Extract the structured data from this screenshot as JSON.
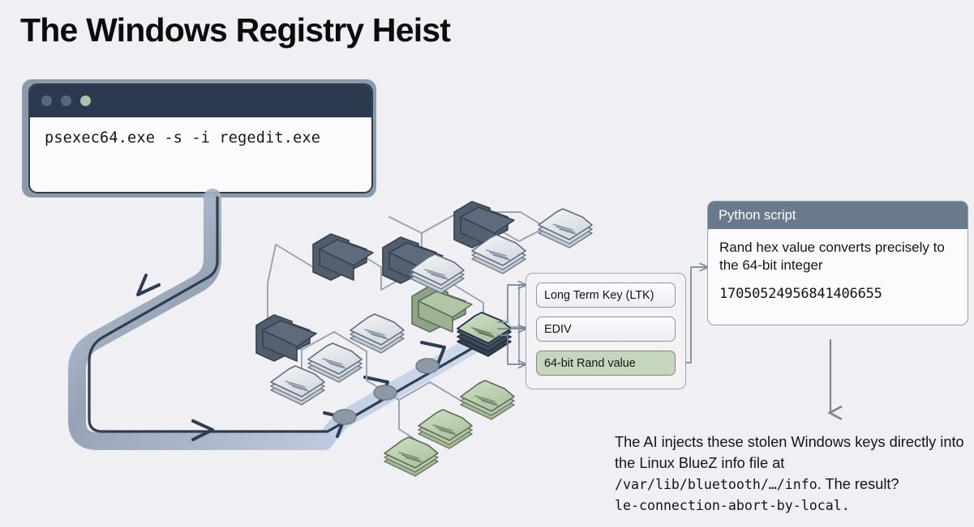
{
  "page": {
    "title": "The Windows Registry Heist",
    "background_color": "#f0f0f4"
  },
  "terminal": {
    "name": "terminal-window",
    "command": "psexec64.exe -s -i regedit.exe",
    "titlebar_color": "#2b3a4f",
    "dots": [
      "gray",
      "gray",
      "green"
    ],
    "dot_colors": [
      "#59677a",
      "#59677a",
      "#a9c4ab"
    ]
  },
  "key_panel": {
    "rows": [
      {
        "label": "Long Term Key (LTK)",
        "highlighted": false
      },
      {
        "label": "EDIV",
        "highlighted": false
      },
      {
        "label": "64-bit Rand value",
        "highlighted": true
      }
    ],
    "highlight_color": "#c6d6bc"
  },
  "python_card": {
    "header": "Python script",
    "body_line": "Rand hex value converts precisely to the 64-bit integer",
    "value": "17050524956841406655",
    "header_color": "#6b7a8a"
  },
  "bottom_text": {
    "part1": "The AI injects these stolen Windows keys directly into the Linux BlueZ info file at ",
    "path": "/var/lib/bluetooth/…/info",
    "part2": ". The result? ",
    "error": "le-connection-abort-by-local."
  },
  "diagram": {
    "type": "isometric-file-tree",
    "flow_band_color": "#aabcd8",
    "folder_color": "#5d6b7c",
    "doc_color": "#dfe3e8",
    "green_doc_color": "#bdd0b2",
    "node_color": "#8e99a6"
  }
}
